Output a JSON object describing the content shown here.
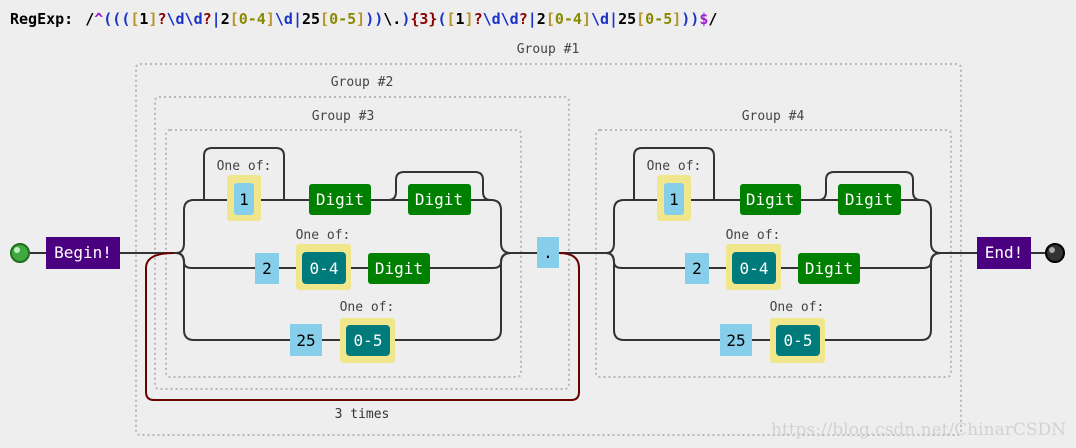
{
  "regex": {
    "label": "RegExp:",
    "tokens": [
      {
        "t": "/",
        "c": "#000000"
      },
      {
        "t": "^",
        "c": "#9b1fd1"
      },
      {
        "t": "(((",
        "c": "#1a32c8"
      },
      {
        "t": "[",
        "c": "#b5962a"
      },
      {
        "t": "1",
        "c": "#000000"
      },
      {
        "t": "]",
        "c": "#b5962a"
      },
      {
        "t": "?",
        "c": "#8b0000"
      },
      {
        "t": "\\d\\d",
        "c": "#1a32c8"
      },
      {
        "t": "?",
        "c": "#8b0000"
      },
      {
        "t": "|",
        "c": "#1a32c8"
      },
      {
        "t": "2",
        "c": "#000000"
      },
      {
        "t": "[",
        "c": "#b5962a"
      },
      {
        "t": "0-4",
        "c": "#8a8a00"
      },
      {
        "t": "]",
        "c": "#b5962a"
      },
      {
        "t": "\\d",
        "c": "#1a32c8"
      },
      {
        "t": "|",
        "c": "#1a32c8"
      },
      {
        "t": "25",
        "c": "#000000"
      },
      {
        "t": "[",
        "c": "#b5962a"
      },
      {
        "t": "0-5",
        "c": "#8a8a00"
      },
      {
        "t": "]",
        "c": "#b5962a"
      },
      {
        "t": "))",
        "c": "#1a32c8"
      },
      {
        "t": "\\.",
        "c": "#000000"
      },
      {
        "t": ")",
        "c": "#1a32c8"
      },
      {
        "t": "{3}",
        "c": "#8b0000"
      },
      {
        "t": "(",
        "c": "#1a32c8"
      },
      {
        "t": "[",
        "c": "#b5962a"
      },
      {
        "t": "1",
        "c": "#000000"
      },
      {
        "t": "]",
        "c": "#b5962a"
      },
      {
        "t": "?",
        "c": "#8b0000"
      },
      {
        "t": "\\d\\d",
        "c": "#1a32c8"
      },
      {
        "t": "?",
        "c": "#8b0000"
      },
      {
        "t": "|",
        "c": "#1a32c8"
      },
      {
        "t": "2",
        "c": "#000000"
      },
      {
        "t": "[",
        "c": "#b5962a"
      },
      {
        "t": "0-4",
        "c": "#8a8a00"
      },
      {
        "t": "]",
        "c": "#b5962a"
      },
      {
        "t": "\\d",
        "c": "#1a32c8"
      },
      {
        "t": "|",
        "c": "#1a32c8"
      },
      {
        "t": "25",
        "c": "#000000"
      },
      {
        "t": "[",
        "c": "#b5962a"
      },
      {
        "t": "0-5",
        "c": "#8a8a00"
      },
      {
        "t": "]",
        "c": "#b5962a"
      },
      {
        "t": "))",
        "c": "#1a32c8"
      },
      {
        "t": "$",
        "c": "#9b1fd1"
      },
      {
        "t": "/",
        "c": "#000000"
      }
    ]
  },
  "diagram": {
    "group1": "Group #1",
    "group2": "Group #2",
    "group3": "Group #3",
    "group4": "Group #4",
    "begin": "Begin!",
    "end": "End!",
    "one_of": "One of:",
    "digit": "Digit",
    "lit_1": "1",
    "lit_2": "2",
    "lit_25": "25",
    "range_04": "0-4",
    "range_05": "0-5",
    "dot": ".",
    "repeat": "3 times"
  },
  "watermark": "https://blog.csdn.net/ChinarCSDN",
  "colors": {
    "anchor": "#4b0082",
    "digit": "#008000",
    "range": "#007b7b",
    "literal": "#87ceeb",
    "charset": "#f0e68c",
    "loop": "#6b0000",
    "wire": "#333333"
  }
}
